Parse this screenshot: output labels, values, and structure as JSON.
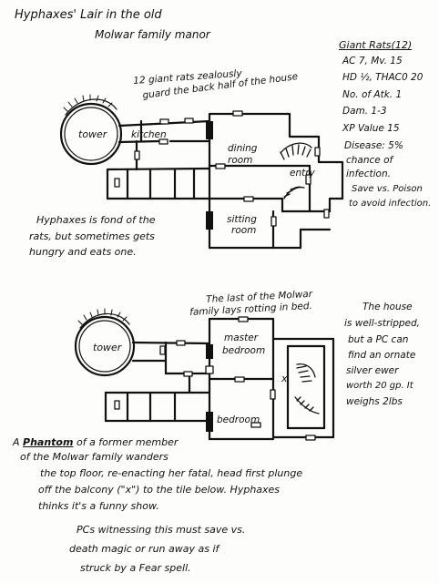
{
  "title": {
    "line1": "Hyphaxes' Lair in the old",
    "line2": "Molwar family manor"
  },
  "stats": {
    "heading": "Giant Rats(12)",
    "lines": [
      "AC 7, Mv. 15",
      "HD ½, THAC0 20",
      "No. of Atk. 1",
      "Dam. 1-3",
      "XP Value 15",
      "Disease: 5%",
      "chance of",
      "infection.",
      "Save vs. Poison",
      "to avoid infection."
    ]
  },
  "ground_floor": {
    "rats_note": [
      "12 giant rats zealously",
      "guard the back half of the house"
    ],
    "rooms": {
      "tower": "tower",
      "kitchen": "kitchen",
      "dining": [
        "dining",
        "room"
      ],
      "entry": "entry",
      "sitting": [
        "sitting",
        "room"
      ]
    },
    "hyphaxes_note": [
      "Hyphaxes is fond of the",
      "rats, but sometimes gets",
      "hungry and eats one."
    ]
  },
  "upper_floor": {
    "molwar_note": [
      "The last of the Molwar",
      "family lays rotting in bed."
    ],
    "rooms": {
      "tower": "tower",
      "master": [
        "master",
        "bedroom"
      ],
      "bedroom": "bedroom",
      "x_mark": "x"
    },
    "house_note": [
      "The house",
      "is well-stripped,",
      "but a PC can",
      "find an ornate",
      "silver ewer",
      "worth 20 gp. It",
      "weighs 2lbs"
    ]
  },
  "phantom_note": {
    "lead": "A",
    "keyword": "Phantom",
    "rest": " of a former member",
    "lines": [
      "of the Molwar family wanders",
      "the top floor, re-enacting her fatal, head first plunge",
      "off the balcony (\"x\") to the tile below.  Hyphaxes",
      "thinks it's a funny show."
    ]
  },
  "pc_note": [
    "PCs witnessing this must save vs.",
    "death magic or run away as if",
    "struck by a  Fear spell."
  ]
}
